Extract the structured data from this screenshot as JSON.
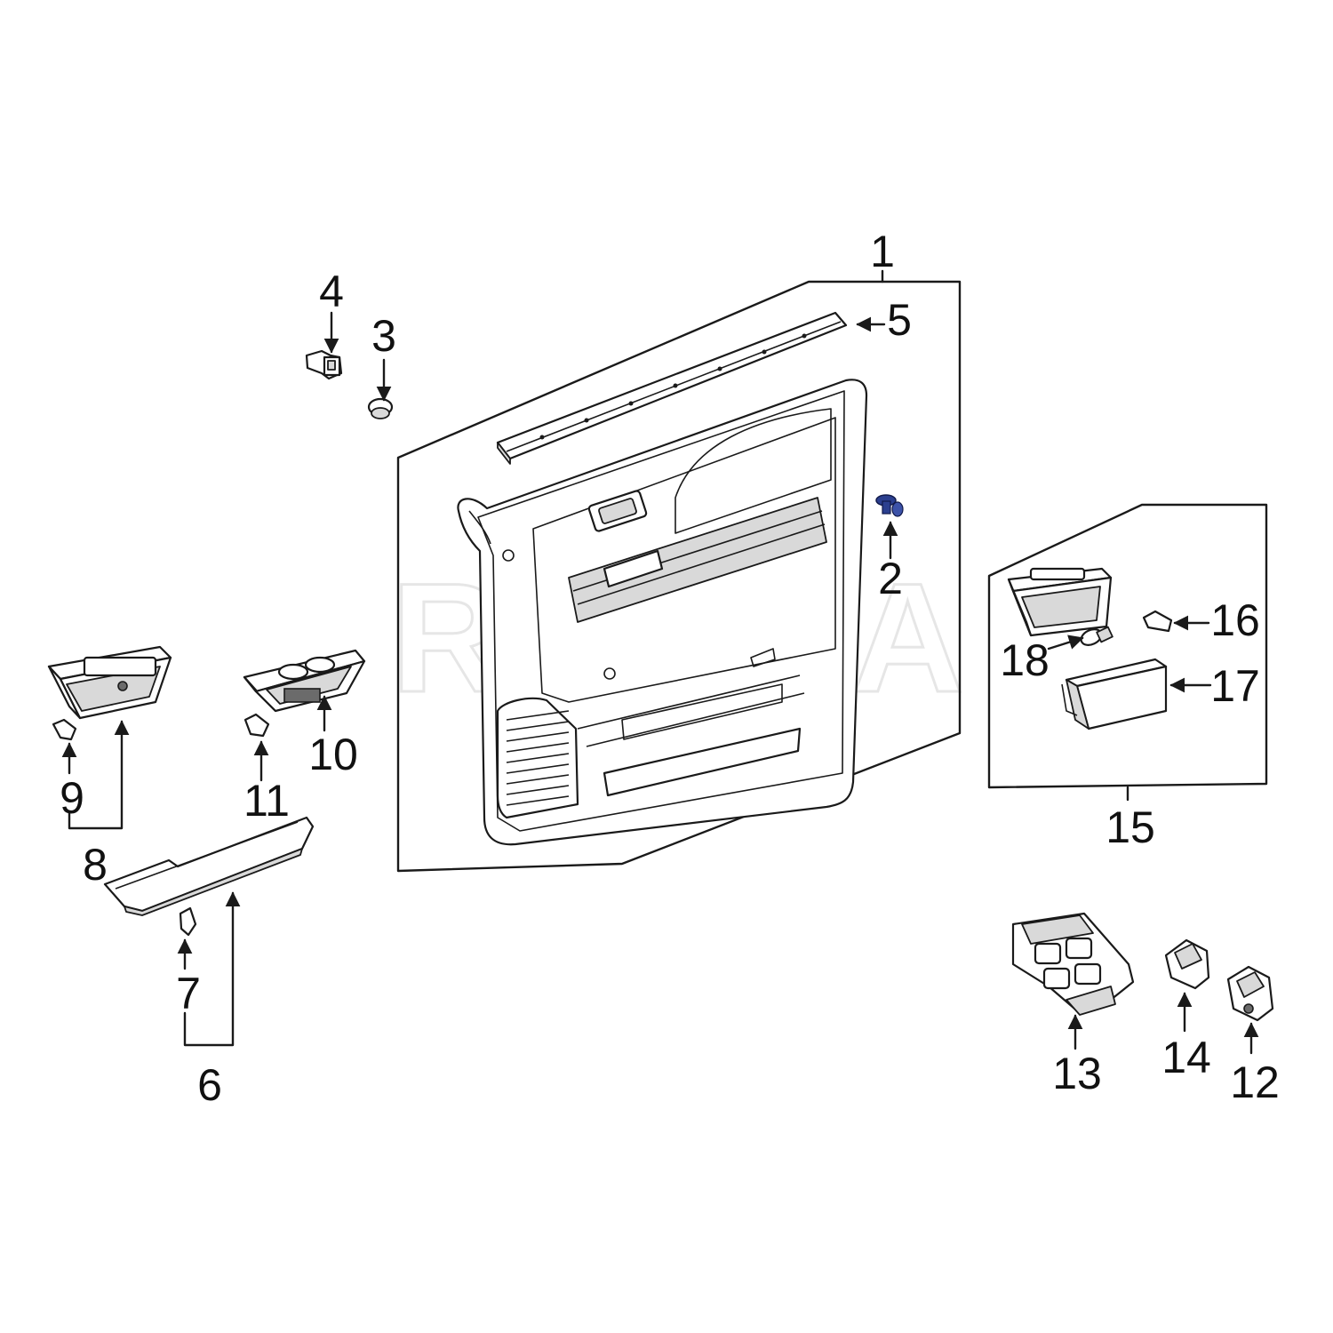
{
  "watermark": "REXKA",
  "accent_color": "#2b3f8f",
  "labels": {
    "l1": "1",
    "l2": "2",
    "l3": "3",
    "l4": "4",
    "l5": "5",
    "l6": "6",
    "l7": "7",
    "l8": "8",
    "l9": "9",
    "l10": "10",
    "l11": "11",
    "l12": "12",
    "l13": "13",
    "l14": "14",
    "l15": "15",
    "l16": "16",
    "l17": "17",
    "l18": "18"
  }
}
